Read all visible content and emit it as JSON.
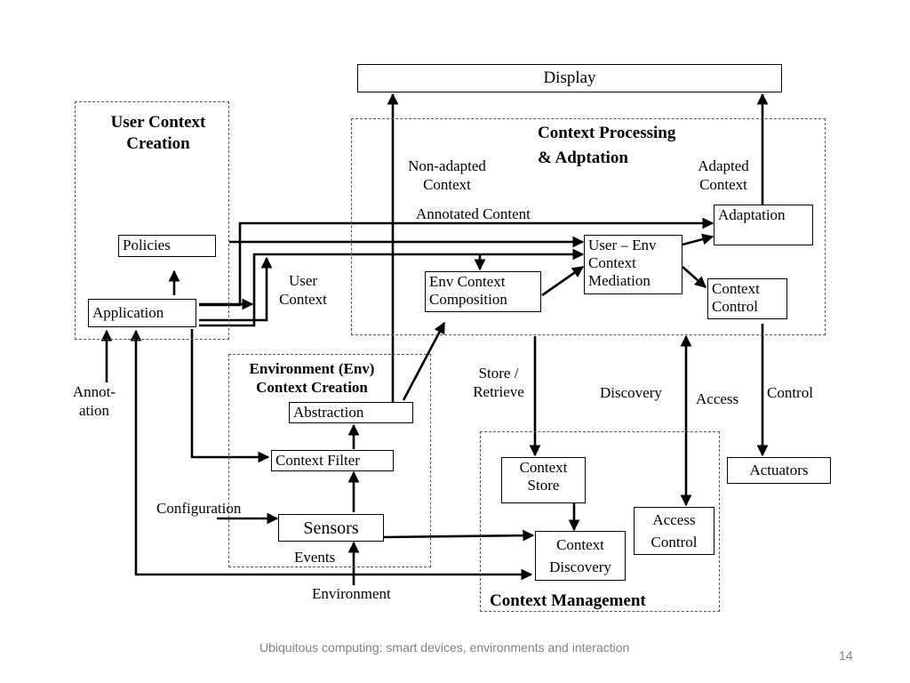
{
  "display": "Display",
  "regions": {
    "user_context_creation": [
      "User Context",
      "Creation"
    ],
    "context_processing": [
      "Context Processing",
      "& Adptation"
    ],
    "env_context_creation": [
      "Environment (Env)",
      "Context Creation"
    ],
    "context_management": "Context Management"
  },
  "boxes": {
    "policies": "Policies",
    "application": "Application",
    "adaptation": "Adaptation",
    "user_env_mediation": [
      "User – Env",
      "Context",
      "Mediation"
    ],
    "env_context_composition": [
      "Env Context",
      "Composition"
    ],
    "context_control": [
      "Context",
      "Control"
    ],
    "abstraction": "Abstraction",
    "context_filter": "Context Filter",
    "sensors": "Sensors",
    "context_store": [
      "Context",
      "Store"
    ],
    "access_control": [
      "Access",
      "Control"
    ],
    "context_discovery": [
      "Context",
      "Discovery"
    ],
    "actuators": "Actuators"
  },
  "labels": {
    "non_adapted_context": [
      "Non-adapted",
      "Context"
    ],
    "adapted_context": [
      "Adapted",
      "Context"
    ],
    "annotated_content": "Annotated Content",
    "user_context": [
      "User",
      "Context"
    ],
    "annotation": [
      "Annot-",
      "ation"
    ],
    "store_retrieve": [
      "Store /",
      "Retrieve"
    ],
    "discovery": "Discovery",
    "access": "Access",
    "control": "Control",
    "configuration": "Configuration",
    "events": "Events",
    "environment": "Environment"
  },
  "footer": {
    "caption": "Ubiquitous computing: smart devices, environments and interaction",
    "page_number": "14"
  }
}
